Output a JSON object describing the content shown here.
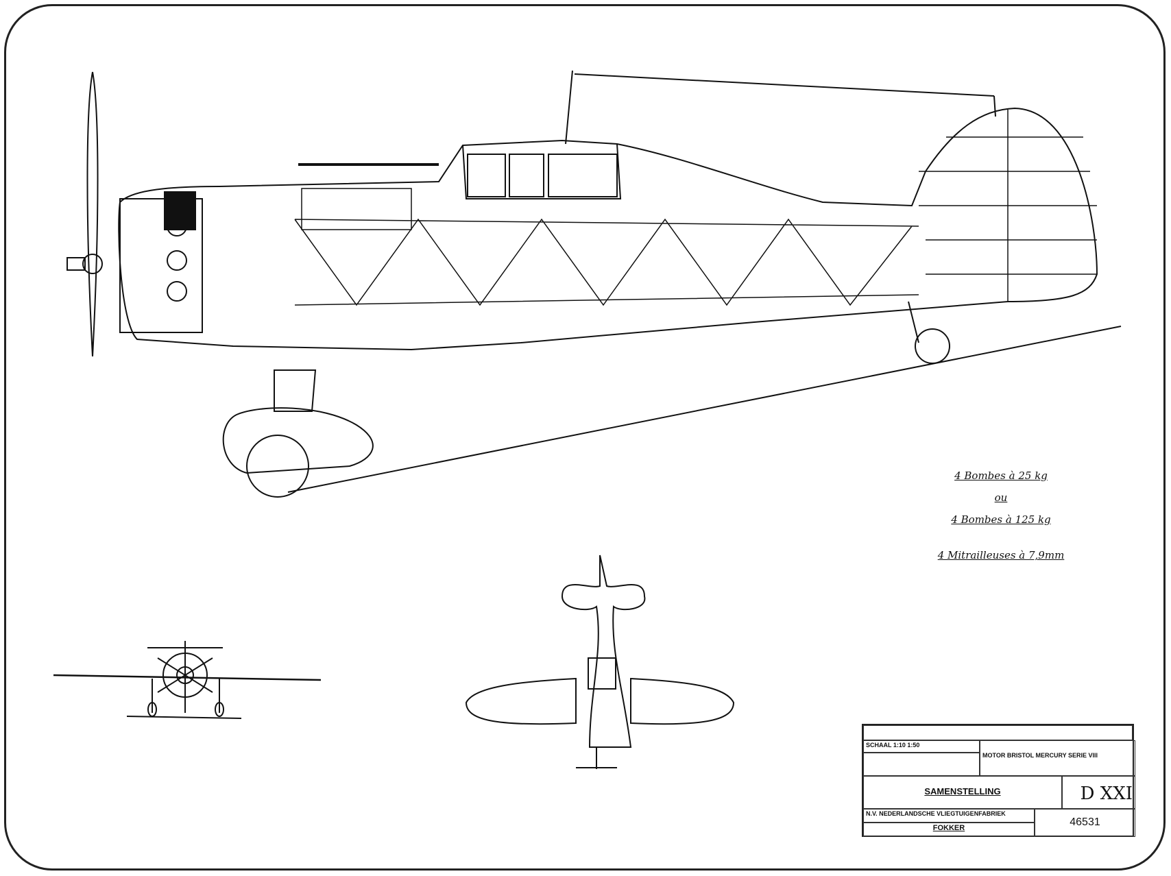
{
  "notes": {
    "line1": "4 Bombes à 25 kg",
    "line2": "ou",
    "line3": "4 Bombes à 125 kg",
    "line4": "4 Mitrailleuses à 7,9mm"
  },
  "title_block": {
    "scale": "SCHAAL 1:10 1:50",
    "motor": "MOTOR  BRISTOL MERCURY SERIE VIII",
    "title": "SAMENSTELLING",
    "type": "D XXI",
    "company": "N.V. NEDERLANDSCHE VLIEGTUIGENFABRIEK",
    "company_name": "FOKKER",
    "drawing_number": "46531"
  }
}
